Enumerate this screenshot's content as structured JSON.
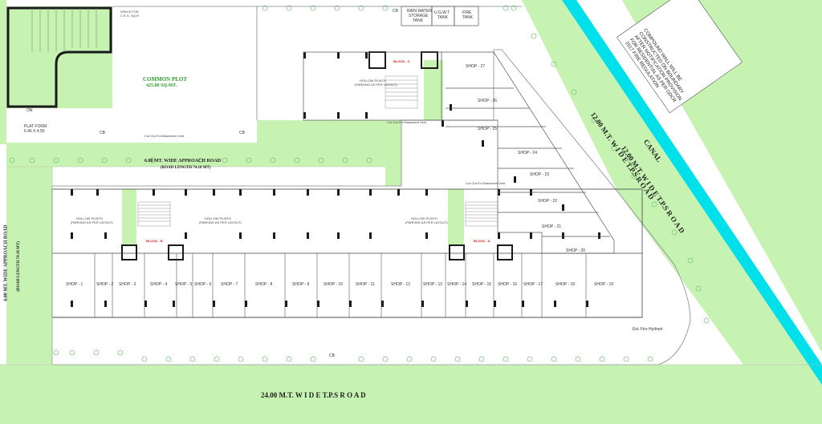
{
  "colors": {
    "green": "#c6f2b2",
    "canal": "#00e0ea",
    "wall": "#1a1a1a",
    "red": "#d62020",
    "line": "#777777"
  },
  "labels": {
    "common_plot": "COMMON PLOT",
    "common_plot_area": "425.88 SQ.MT.",
    "approach_road_top": "6.00 MT. WIDE APPROACH ROAD",
    "approach_road_top_len": "(ROAD LENGTH 74.18 MT)",
    "approach_road_left": "6.00 MT. WIDE APPROACH ROAD",
    "approach_road_left_len": "(ROAD LENGTH 74.18 MT)",
    "road_bottom": "24.00  M.T.  W I D E  T.P.S  R O A D",
    "road_right_1": "12.00  M.T.  W I D E  T.P.S  R O A D",
    "road_right_2": "12.00  M.T.  W I D E  T.P.S  R O A D",
    "canal": "CANAL",
    "rain_water": "RAIN WATER",
    "storage": "STORAGE",
    "tank": "TANK",
    "ugwt": "U.G.W.T",
    "ugwt_tank": "TANK",
    "fire": "FIRE",
    "fire_tank": "TANK",
    "cb": "CB",
    "platform": "PLAT FORM",
    "platform_size": "6.46 X 4.50",
    "on": "ON",
    "fire_hydrant": "Ext. Fire Hydrant",
    "block_c": "BLOCK - C",
    "block_b": "BLOCK - B",
    "block_a": "BLOCK - A",
    "hollow_plinth": "HOLLOW PLINTH",
    "parking": "(PARKING AS PER LAYOUT)",
    "space_for": "SPACE FOR",
    "ceg": "C.E.G. SQ.R",
    "cut_out": "Cut Out For Basement Vent",
    "compound_note": "COMPOUND WALL WILL BE CONSTRUCTED ON BOUNDARY AFTER NOTIFICATION PROVISION FOR RESIDENTIAL AS PER GDCR 2017 FIRE REGULATION"
  },
  "shops_row": [
    "SHOP - 1",
    "SHOP - 2",
    "SHOP - 3",
    "SHOP - 4",
    "SHOP - 5",
    "SHOP - 6",
    "SHOP - 7",
    "SHOP - 8",
    "SHOP - 9",
    "SHOP - 10",
    "SHOP - 11",
    "SHOP - 12",
    "SHOP - 13",
    "SHOP - 14",
    "SHOP - 15",
    "SHOP - 16",
    "SHOP - 17",
    "SHOP - 18",
    "SHOP - 19"
  ],
  "shops_diag": [
    "SHOP - 20",
    "SHOP - 21",
    "SHOP - 22",
    "SHOP - 23",
    "SHOP - 24",
    "SHOP - 25",
    "SHOP - 26",
    "SHOP - 27"
  ],
  "chart_data": []
}
